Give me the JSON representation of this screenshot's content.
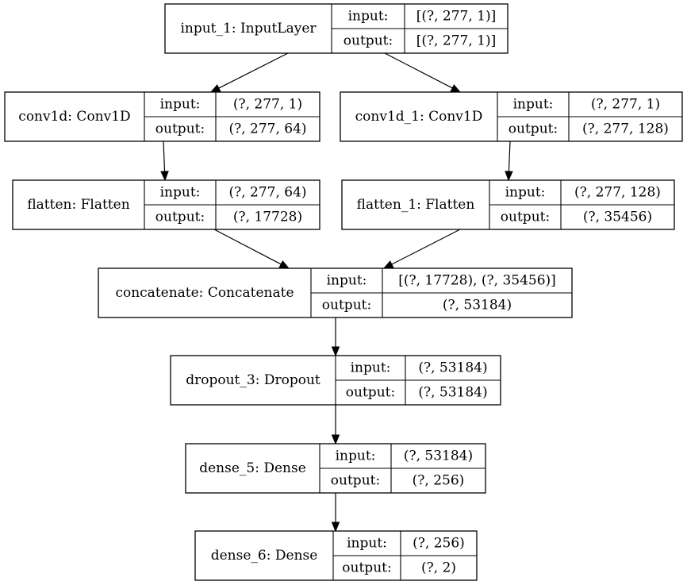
{
  "diagram": {
    "nodes": [
      {
        "id": "input_1",
        "name": "input_1: InputLayer",
        "input_label": "input:",
        "output_label": "output:",
        "input": "[(?, 277, 1)]",
        "output": "[(?, 277, 1)]"
      },
      {
        "id": "conv1d",
        "name": "conv1d: Conv1D",
        "input_label": "input:",
        "output_label": "output:",
        "input": "(?, 277, 1)",
        "output": "(?, 277, 64)"
      },
      {
        "id": "conv1d_1",
        "name": "conv1d_1: Conv1D",
        "input_label": "input:",
        "output_label": "output:",
        "input": "(?, 277, 1)",
        "output": "(?, 277, 128)"
      },
      {
        "id": "flatten",
        "name": "flatten: Flatten",
        "input_label": "input:",
        "output_label": "output:",
        "input": "(?, 277, 64)",
        "output": "(?, 17728)"
      },
      {
        "id": "flatten_1",
        "name": "flatten_1: Flatten",
        "input_label": "input:",
        "output_label": "output:",
        "input": "(?, 277, 128)",
        "output": "(?, 35456)"
      },
      {
        "id": "concatenate",
        "name": "concatenate: Concatenate",
        "input_label": "input:",
        "output_label": "output:",
        "input": "[(?, 17728), (?, 35456)]",
        "output": "(?, 53184)"
      },
      {
        "id": "dropout_3",
        "name": "dropout_3: Dropout",
        "input_label": "input:",
        "output_label": "output:",
        "input": "(?, 53184)",
        "output": "(?, 53184)"
      },
      {
        "id": "dense_5",
        "name": "dense_5: Dense",
        "input_label": "input:",
        "output_label": "output:",
        "input": "(?, 53184)",
        "output": "(?, 256)"
      },
      {
        "id": "dense_6",
        "name": "dense_6: Dense",
        "input_label": "input:",
        "output_label": "output:",
        "input": "(?, 256)",
        "output": "(?, 2)"
      }
    ],
    "edges": [
      {
        "from": "input_1",
        "to": "conv1d"
      },
      {
        "from": "input_1",
        "to": "conv1d_1"
      },
      {
        "from": "conv1d",
        "to": "flatten"
      },
      {
        "from": "conv1d_1",
        "to": "flatten_1"
      },
      {
        "from": "flatten",
        "to": "concatenate"
      },
      {
        "from": "flatten_1",
        "to": "concatenate"
      },
      {
        "from": "concatenate",
        "to": "dropout_3"
      },
      {
        "from": "dropout_3",
        "to": "dense_5"
      },
      {
        "from": "dense_5",
        "to": "dense_6"
      }
    ]
  }
}
